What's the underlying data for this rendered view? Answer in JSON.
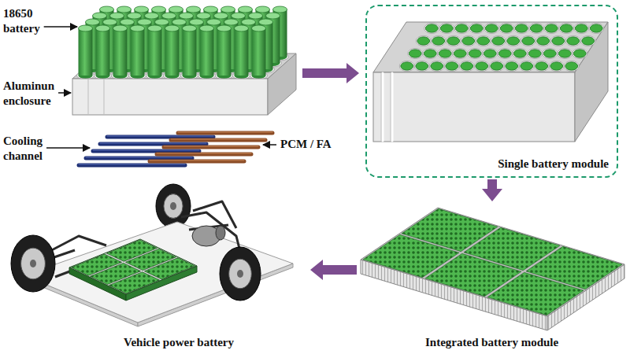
{
  "diagram": {
    "nodes": [
      {
        "text": [
          "Single battery module"
        ]
      },
      {
        "text": [
          "Integrated battery module"
        ]
      },
      {
        "text": [
          "Vehicle power battery"
        ]
      }
    ],
    "edges": [
      {
        "from": 0,
        "to": 1,
        "arrow": "to"
      },
      {
        "from": 1,
        "to": 2,
        "arrow": "to"
      }
    ],
    "labels": [
      "18650 battery",
      "Aluminun enclosure",
      "Cooling channel",
      "PCM / FA"
    ]
  }
}
